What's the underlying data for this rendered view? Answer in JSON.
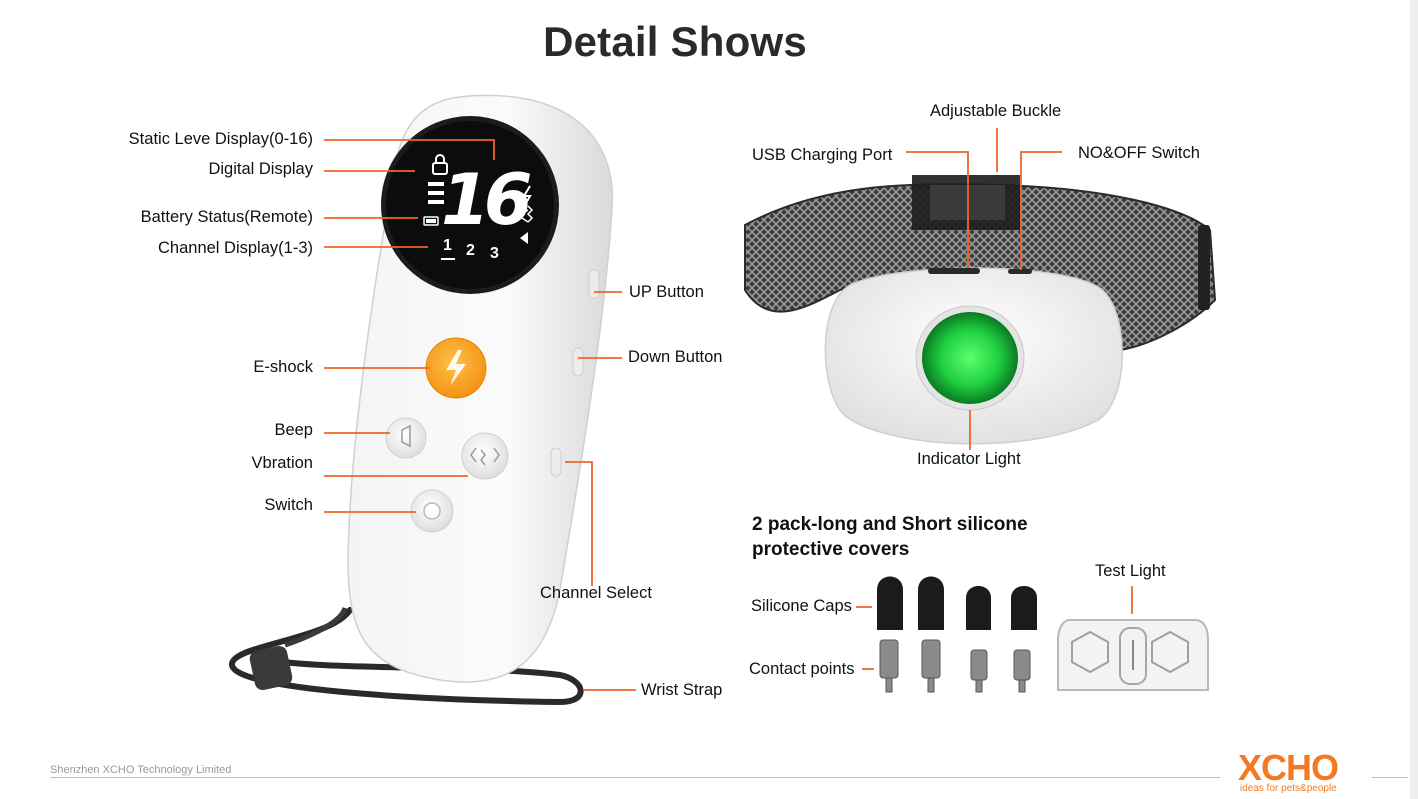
{
  "title": "Detail Shows",
  "remote_labels": {
    "static_level": "Static Leve Display(0-16)",
    "digital_display": "Digital Display",
    "battery_status": "Battery Status(Remote)",
    "channel_display": "Channel Display(1-3)",
    "eshock": "E-shock",
    "beep": "Beep",
    "vibration": "Vbration",
    "switch": "Switch",
    "up_button": "UP Button",
    "down_button": "Down Button",
    "channel_select": "Channel Select",
    "wrist_strap": "Wrist Strap"
  },
  "display": {
    "level": "16",
    "channels": [
      "1",
      "2",
      "3"
    ]
  },
  "collar_labels": {
    "adjustable_buckle": "Adjustable Buckle",
    "usb_port": "USB Charging Port",
    "on_off_switch": "NO&OFF Switch",
    "indicator_light": "Indicator Light"
  },
  "accessories": {
    "heading_line1": "2 pack-long and Short silicone",
    "heading_line2": "protective covers",
    "silicone_caps": "Silicone Caps",
    "contact_points": "Contact points",
    "test_light": "Test Light"
  },
  "footer": {
    "company": "Shenzhen XCHO Technology Limited",
    "logo": "XCHO",
    "tagline": "ideas for pets&people"
  },
  "colors": {
    "leader_line": "#f0642a",
    "eshock_button": "#f8a21e",
    "indicator_green": "#22d84a",
    "brand_orange": "#f37a22"
  }
}
